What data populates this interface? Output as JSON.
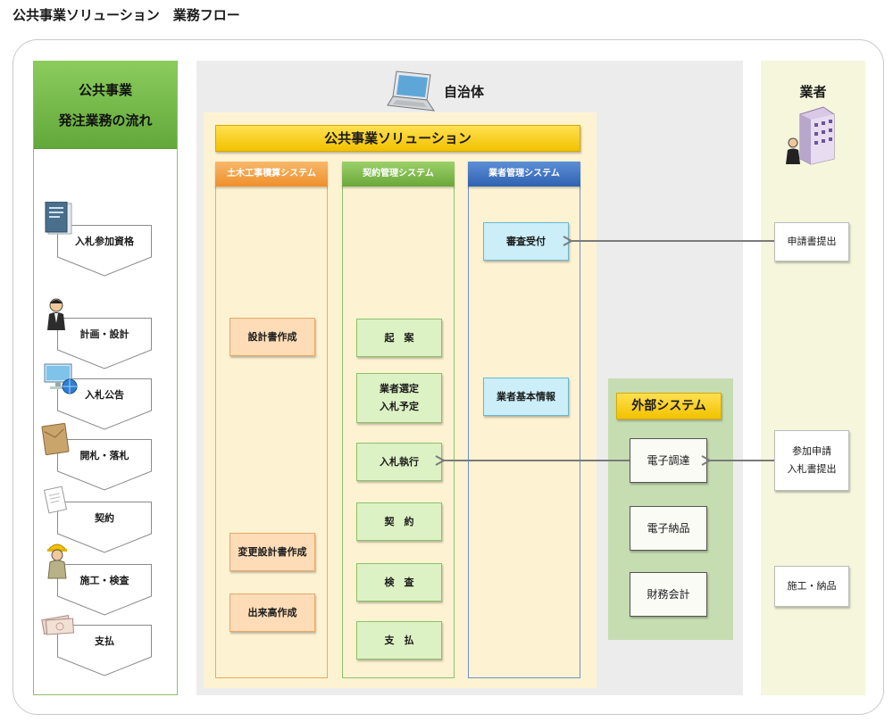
{
  "title": "公共事業ソリューション　業務フロー",
  "flow": {
    "heading_line1": "公共事業",
    "heading_line2": "発注業務の流れ",
    "steps": [
      {
        "label": "入札参加資格",
        "icon": "document-icon"
      },
      {
        "label": "計画・設計",
        "icon": "person-icon"
      },
      {
        "label": "入札公告",
        "icon": "computer-globe-icon"
      },
      {
        "label": "開札・落札",
        "icon": "envelope-icon"
      },
      {
        "label": "契約",
        "icon": "paper-icon"
      },
      {
        "label": "施工・検査",
        "icon": "worker-icon"
      },
      {
        "label": "支払",
        "icon": "money-icon"
      }
    ]
  },
  "municipality": {
    "title": "自治体",
    "icon": "laptop-icon",
    "solution_title": "公共事業ソリューション",
    "systems": [
      {
        "name": "土木工事積算システム",
        "color": "#f39a3b",
        "items": [
          "設計書作成",
          "変更設計書作成",
          "出来高作成"
        ]
      },
      {
        "name": "契約管理システム",
        "color": "#7cb342",
        "items": [
          "起　案",
          "業者選定\n入札予定",
          "入札執行",
          "契　約",
          "検　査",
          "支　払"
        ]
      },
      {
        "name": "業者管理システム",
        "color": "#3f76c4",
        "items": [
          "審査受付",
          "業者基本情報"
        ]
      }
    ]
  },
  "external": {
    "title": "外部システム",
    "items": [
      "電子調達",
      "電子納品",
      "財務会計"
    ]
  },
  "vendor": {
    "title": "業者",
    "icon": "building-icon",
    "items": [
      "申請書提出",
      "参加申請\n入札書提出",
      "施工・納品"
    ]
  }
}
